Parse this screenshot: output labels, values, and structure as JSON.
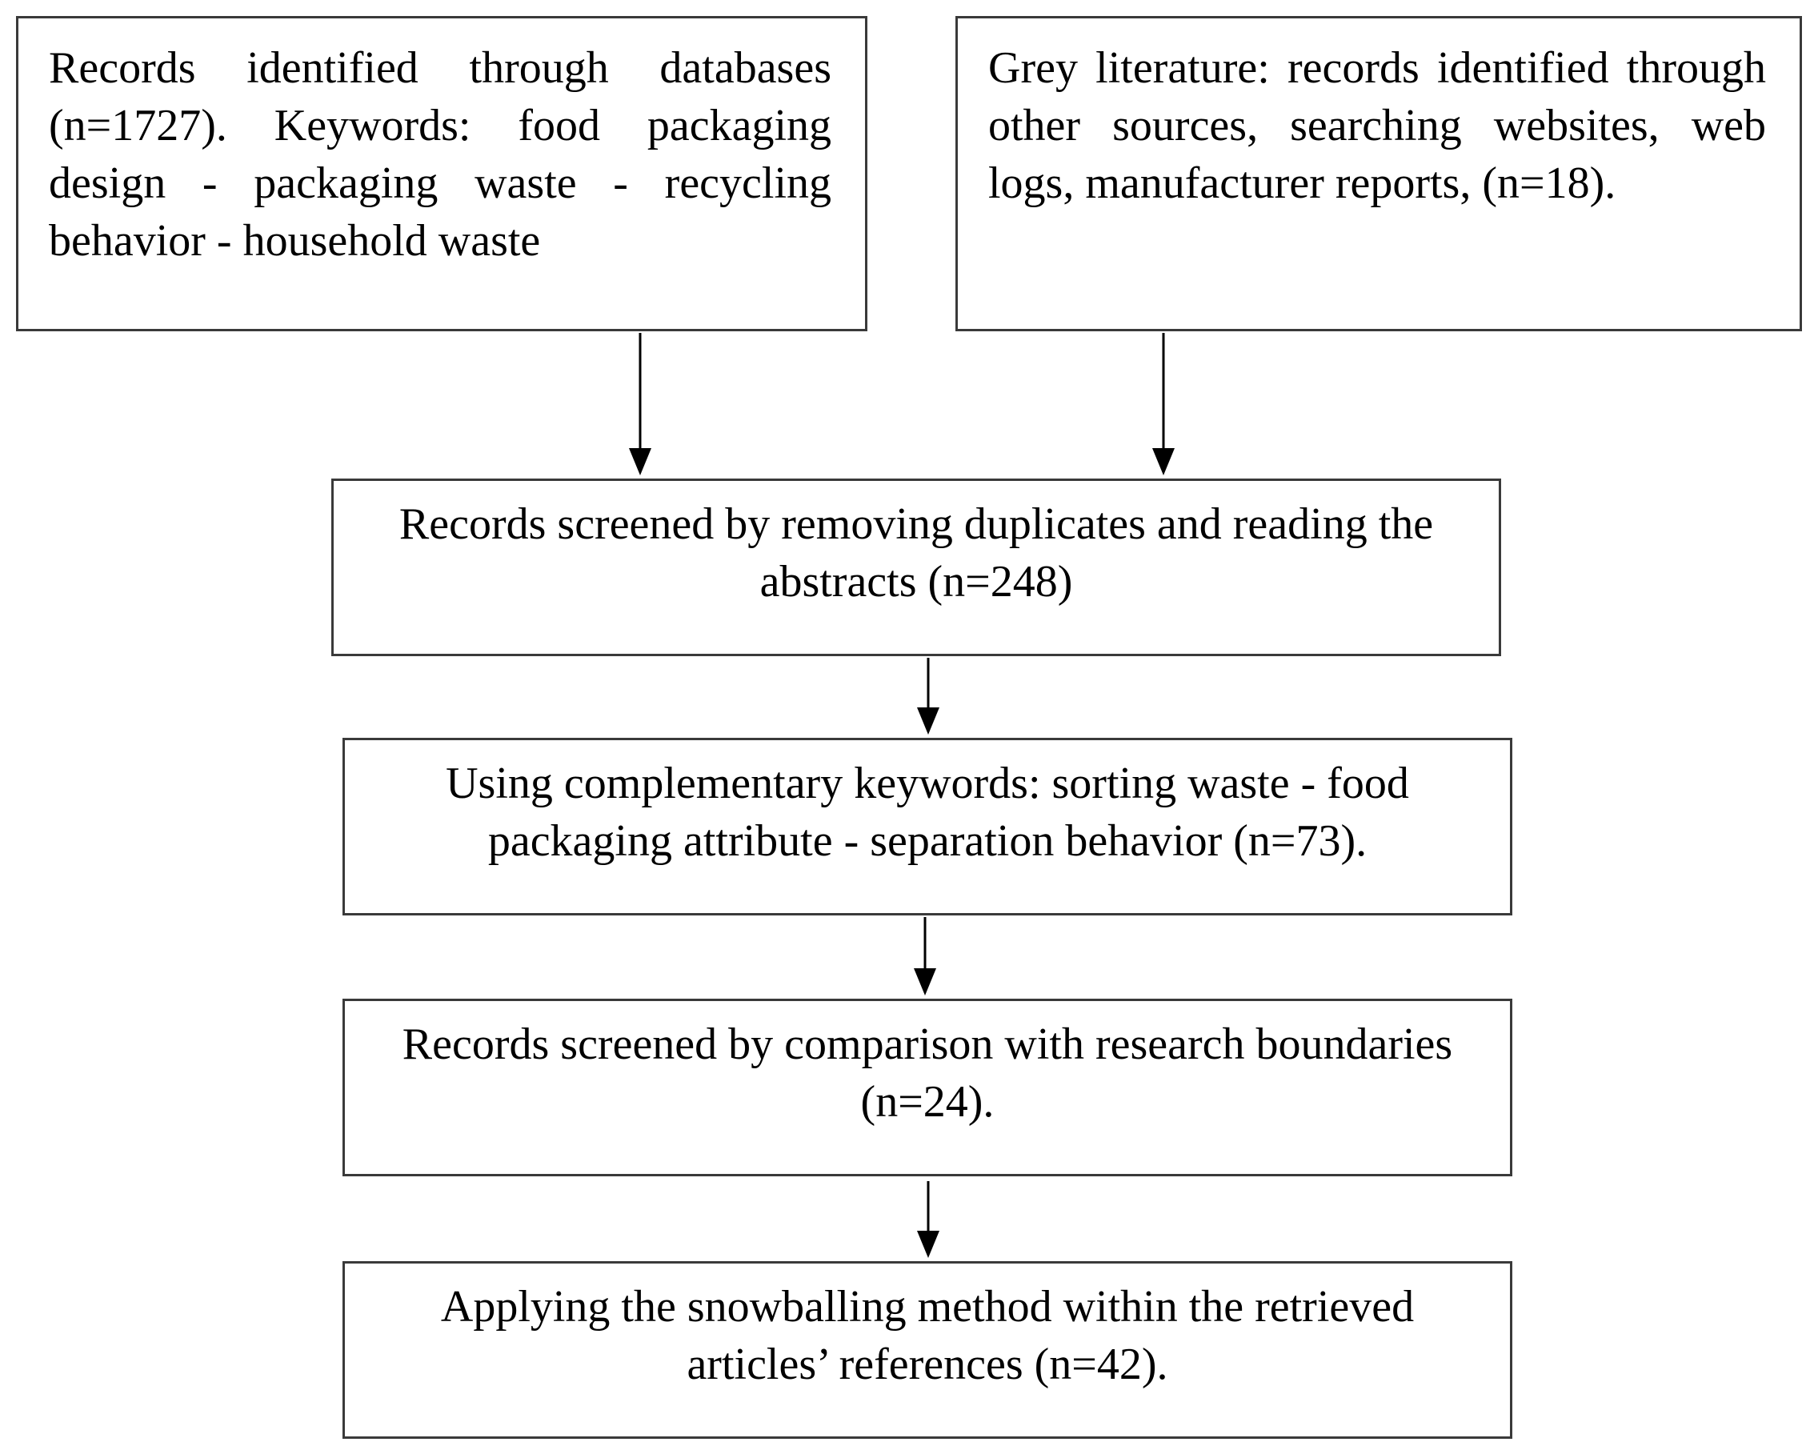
{
  "boxes": {
    "databases": "Records identified through databases (n=1727). Keywords: food packaging design - packaging waste - recycling behavior - household waste",
    "grey_literature": "Grey literature: records identified through other sources, searching websites, web logs, manufacturer reports, (n=18).",
    "screened_duplicates": "Records screened by removing duplicates and reading the abstracts (n=248)",
    "complementary_keywords": "Using complementary keywords: sorting waste - food packaging attribute - separation behavior (n=73).",
    "screened_boundaries": "Records screened by comparison with research boundaries (n=24).",
    "snowballing": "Applying the snowballing method within the retrieved articles’ references (n=42)."
  },
  "colors": {
    "border": "#3a3a3a",
    "arrow": "#000000",
    "text": "#000000",
    "background": "#ffffff"
  }
}
